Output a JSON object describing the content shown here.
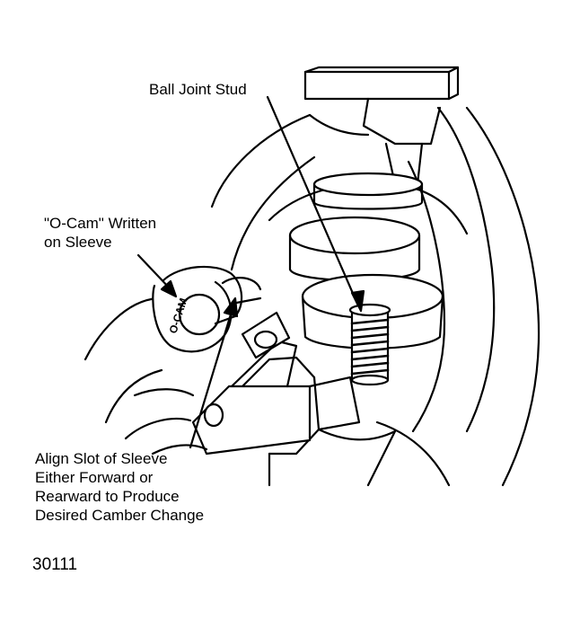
{
  "labels": {
    "ball_joint_stud": "Ball Joint Stud",
    "ocam_line1": "\"O-Cam\" Written",
    "ocam_line2": "on Sleeve",
    "align_line1": "Align Slot of Sleeve",
    "align_line2": "Either Forward or",
    "align_line3": "Rearward to Produce",
    "align_line4": "Desired Camber Change",
    "sleeve_marking": "O-CAM",
    "figure_number": "30111"
  },
  "colors": {
    "ink": "#000000",
    "paper": "#ffffff"
  }
}
